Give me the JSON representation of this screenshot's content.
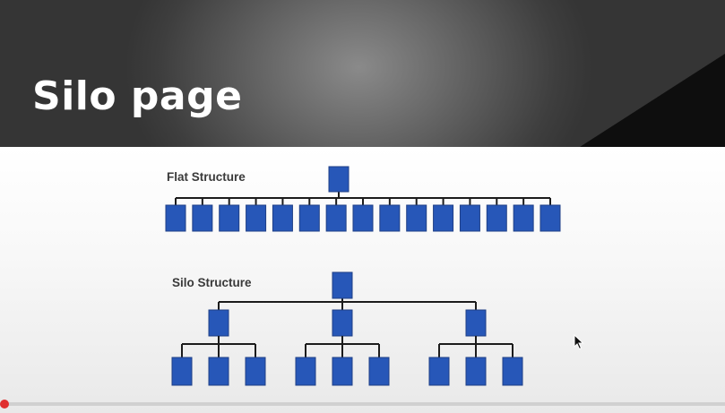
{
  "slide": {
    "title": "Silo page",
    "banner_color": "#4a4a4a",
    "node_color": "#2757b8",
    "link_color": "#1c1c1c"
  },
  "flat_structure": {
    "label": "Flat Structure",
    "root_count": 1,
    "child_count": 15
  },
  "silo_structure": {
    "label": "Silo Structure",
    "root_count": 1,
    "silos": [
      {
        "children": 3
      },
      {
        "children": 3
      },
      {
        "children": 3
      }
    ]
  },
  "player": {
    "progress": 0.0,
    "progress_color": "#d62b2b"
  }
}
